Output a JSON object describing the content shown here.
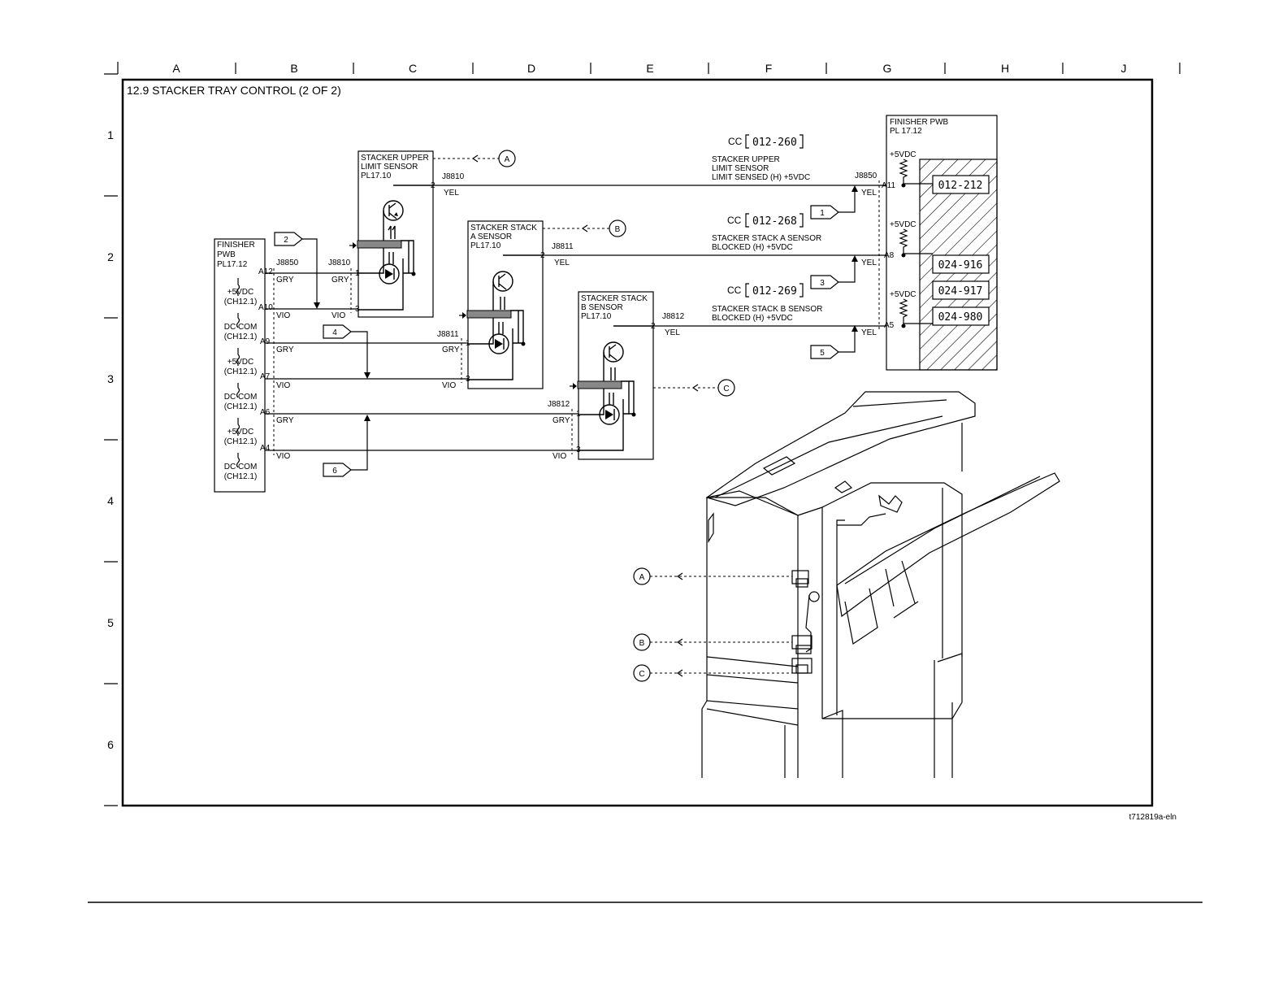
{
  "grid": {
    "columns": [
      "A",
      "B",
      "C",
      "D",
      "E",
      "F",
      "G",
      "H",
      "J"
    ],
    "rows": [
      "1",
      "2",
      "3",
      "4",
      "5",
      "6"
    ]
  },
  "title": "12.9 STACKER TRAY CONTROL (2 OF 2)",
  "figure_id": "t712819a-eln",
  "finisher_left": {
    "name": [
      "FINISHER",
      "PWB",
      "PL17.12"
    ],
    "pins": [
      "A12",
      "A10",
      "A9",
      "A7",
      "A6",
      "A4"
    ],
    "supplies": [
      [
        "+5VDC",
        "(CH12.1)"
      ],
      [
        "DC COM",
        "(CH12.1)"
      ],
      [
        "+5VDC",
        "(CH12.1)"
      ],
      [
        "DC COM",
        "(CH12.1)"
      ],
      [
        "+5VDC",
        "(CH12.1)"
      ],
      [
        "DC COM",
        "(CH12.1)"
      ]
    ],
    "connector": "J8850"
  },
  "wire_colors": {
    "gry": "GRY",
    "vio": "VIO",
    "yel": "YEL"
  },
  "sensors": [
    {
      "name": [
        "STACKER UPPER",
        "LIMIT SENSOR",
        "PL17.10"
      ],
      "connector": "J8810",
      "pins": [
        "1",
        "2",
        "3"
      ],
      "ref": "A",
      "signal": [
        "STACKER UPPER",
        "LIMIT SENSOR",
        "LIMIT SENSED (H) +5VDC"
      ],
      "cc_label": "CC",
      "cc_code": "012-260",
      "pwb_pin": "A11"
    },
    {
      "name": [
        "STACKER STACK",
        "A SENSOR",
        "PL17.10"
      ],
      "connector": "J8811",
      "pins": [
        "1",
        "2",
        "3"
      ],
      "ref": "B",
      "signal": [
        "STACKER STACK A SENSOR",
        "BLOCKED (H) +5VDC"
      ],
      "cc_label": "CC",
      "cc_code": "012-268",
      "pwb_pin": "A8"
    },
    {
      "name": [
        "STACKER STACK",
        "B SENSOR",
        "PL17.10"
      ],
      "connector": "J8812",
      "pins": [
        "1",
        "2",
        "3"
      ],
      "ref": "C",
      "signal": [
        "STACKER STACK B SENSOR",
        "BLOCKED (H) +5VDC"
      ],
      "cc_label": "CC",
      "cc_code": "012-269",
      "pwb_pin": "A5"
    }
  ],
  "finisher_right": {
    "name": [
      "FINISHER PWB",
      "PL 17.12"
    ],
    "connector": "J8850",
    "voltage": "+5VDC",
    "fault_codes": [
      "012-212",
      "024-916",
      "024-917",
      "024-980"
    ]
  },
  "flags": [
    "1",
    "2",
    "3",
    "4",
    "5",
    "6"
  ]
}
